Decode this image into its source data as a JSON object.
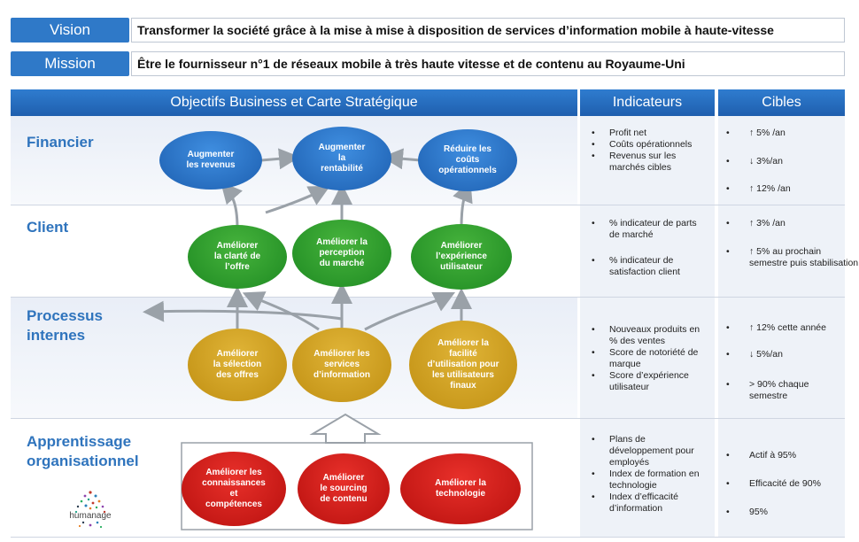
{
  "vision": {
    "label": "Vision",
    "text": "Transformer la société grâce à la mise à mise à disposition de services d’information mobile à haute-vitesse"
  },
  "mission": {
    "label": "Mission",
    "text": "Être le fournisseur n°1 de réseaux mobile à très haute vitesse et de contenu au Royaume-Uni"
  },
  "headers": {
    "map": "Objectifs Business et Carte Stratégique",
    "indicators": "Indicateurs",
    "targets": "Cibles"
  },
  "perspectives": {
    "financier": "Financier",
    "client": "Client",
    "processus": "Processus\ninternes",
    "apprentissage": "Apprentissage\norganisationnel"
  },
  "objectives": {
    "financier": [
      "Augmenter\nles revenus",
      "Augmenter\nla\nrentabilité",
      "Réduire les\ncoûts\nopérationnels"
    ],
    "client": [
      "Améliorer\nla clarté de\nl’offre",
      "Améliorer la\nperception\ndu marché",
      "Améliorer\nl’expérience\nutilisateur"
    ],
    "processus": [
      "Améliorer\nla sélection\ndes offres",
      "Améliorer les\nservices\nd’information",
      "Améliorer la\nfacilité\nd’utilisation pour\nles utilisateurs\nfinaux"
    ],
    "apprentissage": [
      "Améliorer les\nconnaissances\net\ncompétences",
      "Améliorer\nle sourcing\nde contenu",
      "Améliorer la\ntechnologie"
    ]
  },
  "indicators": {
    "financier": [
      "Profit net",
      "Coûts opérationnels",
      "Revenus sur les marchés cibles"
    ],
    "client": [
      "% indicateur de parts de marché",
      "% indicateur de satisfaction client"
    ],
    "processus": [
      "Nouveaux produits en % des ventes",
      "Score de notoriété de marque",
      "Score d’expérience utilisateur"
    ],
    "apprentissage": [
      "Plans de développement pour employés",
      "Index de formation en technologie",
      "Index d’efficacité d’information"
    ]
  },
  "targets": {
    "financier": [
      "↑ 5% /an",
      "↓ 3%/an",
      "↑ 12% /an"
    ],
    "client": [
      "↑ 3% /an",
      "↑ 5% au prochain semestre puis stabilisation"
    ],
    "processus": [
      "↑ 12% cette année",
      "↓ 5%/an",
      "> 90% chaque semestre"
    ],
    "apprentissage": [
      "Actif à 95%",
      "Efficacité de 90%",
      "95%"
    ]
  },
  "logo_text": "humanage",
  "colors": {
    "accent": "#2f79c8",
    "financier": "#1d5fb0",
    "client": "#1e8a22",
    "processus": "#c08f12",
    "apprentissage": "#b8100e"
  }
}
